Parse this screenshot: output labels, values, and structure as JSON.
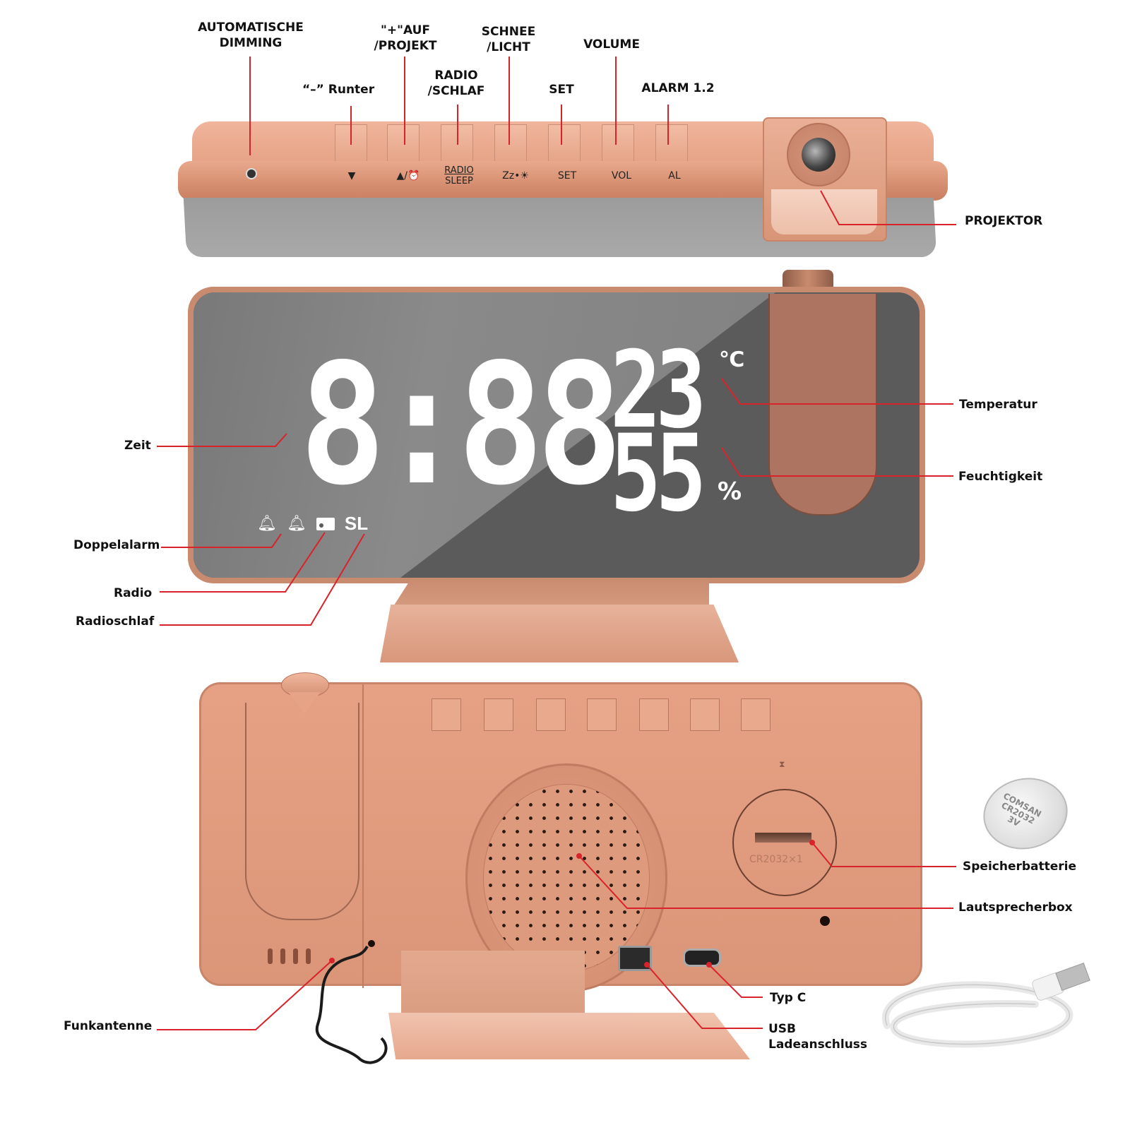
{
  "top_view": {
    "labels": {
      "auto_dimming": [
        "AUTOMATISCHE",
        "DIMMING"
      ],
      "down": "“–”  Runter",
      "up_projekt": [
        "\"+\"AUF",
        "/PROJEKT"
      ],
      "radio_schlaf": [
        "RADIO",
        "/SCHLAF"
      ],
      "snooze_light": [
        "SCHNEE",
        "/LICHT"
      ],
      "set": "SET",
      "volume": "VOLUME",
      "alarm": "ALARM 1.2",
      "projektor": "PROJEKTOR"
    },
    "buttons": [
      {
        "id": "down",
        "glyph": "▼"
      },
      {
        "id": "up-projector",
        "glyph": "▲/⏰"
      },
      {
        "id": "radio-sleep",
        "glyph": [
          "RADIO",
          "SLEEP"
        ]
      },
      {
        "id": "snooze-light",
        "glyph": "Zz•☀"
      },
      {
        "id": "set",
        "glyph": "SET"
      },
      {
        "id": "vol",
        "glyph": "VOL"
      },
      {
        "id": "al",
        "glyph": "AL"
      }
    ]
  },
  "front_view": {
    "display": {
      "time": "8:88",
      "temperature": "23",
      "temperature_unit": "℃",
      "humidity": "55",
      "humidity_unit": "%",
      "indicators": [
        "alarm-1",
        "alarm-2",
        "radio",
        "SL"
      ],
      "sl_text": "SL",
      "bell1": "⍾",
      "bell2": "⍾"
    },
    "labels": {
      "zeit": "Zeit",
      "doppelalarm": "Doppelalarm",
      "radio": "Radio",
      "radioschlaf": "Radioschlaf",
      "temperatur": "Temperatur",
      "feuchtigkeit": "Feuchtigkeit"
    }
  },
  "back_view": {
    "battery_marking": "CR2032×1",
    "labels": {
      "speicherbatterie": "Speicherbatterie",
      "lautsprecherbox": "Lautsprecherbox",
      "typ_c": "Typ C",
      "usb": [
        "USB",
        "Ladeanschluss"
      ],
      "funkantenne": "Funkantenne"
    }
  },
  "accessories": {
    "coin_battery_text": [
      "COMSAN",
      "CR2032",
      "3V"
    ],
    "cable": "USB cable"
  },
  "colors": {
    "rose_gold": "#e09c7f",
    "rose_gold_dark": "#c98b6f",
    "screen": "#5b5b5b",
    "leader_line": "#d8232a",
    "label_text": "#111111"
  }
}
